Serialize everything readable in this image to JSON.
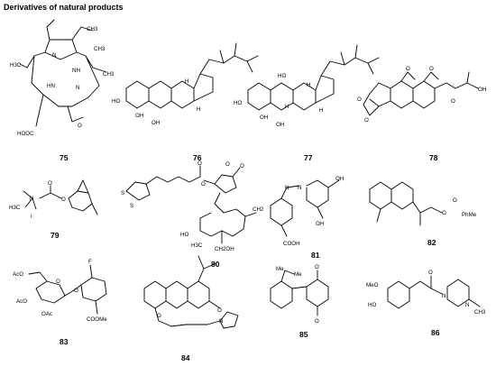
{
  "title": "Derivatives of natural products",
  "compounds": [
    {
      "id": "75",
      "labels": [
        "H3C",
        "CH3",
        "CH3",
        "CH3",
        "N",
        "NH",
        "HN",
        "N",
        "HOOC",
        "O"
      ]
    },
    {
      "id": "76",
      "labels": [
        "H",
        "H",
        "HO",
        "OH",
        "OH"
      ]
    },
    {
      "id": "77",
      "labels": [
        "HO",
        "H",
        "H",
        "H",
        "HO",
        "OH",
        "OH"
      ]
    },
    {
      "id": "78",
      "labels": [
        "O",
        "O",
        "O",
        "O",
        "O",
        "OH"
      ]
    },
    {
      "id": "79",
      "labels": [
        "N",
        "H3C",
        "I",
        "O",
        "O"
      ]
    },
    {
      "id": "80",
      "labels": [
        "S",
        "S",
        "O",
        "O",
        "O",
        "O",
        "HO",
        "H3C",
        "CH2OH",
        "CH2"
      ]
    },
    {
      "id": "81",
      "labels": [
        "N",
        "N",
        "OH",
        "OH",
        "COOH"
      ]
    },
    {
      "id": "82",
      "labels": [
        "O",
        "O",
        "PhMe"
      ]
    },
    {
      "id": "83",
      "labels": [
        "AcO",
        "AcO",
        "OAc",
        "O",
        "O",
        "F",
        "COOMe"
      ]
    },
    {
      "id": "84",
      "labels": [
        "O",
        "O",
        "N"
      ]
    },
    {
      "id": "85",
      "labels": [
        "Me",
        "Me",
        "O",
        "O"
      ]
    },
    {
      "id": "86",
      "labels": [
        "MeO",
        "HO",
        "O",
        "N",
        "N",
        "CH3"
      ]
    }
  ]
}
